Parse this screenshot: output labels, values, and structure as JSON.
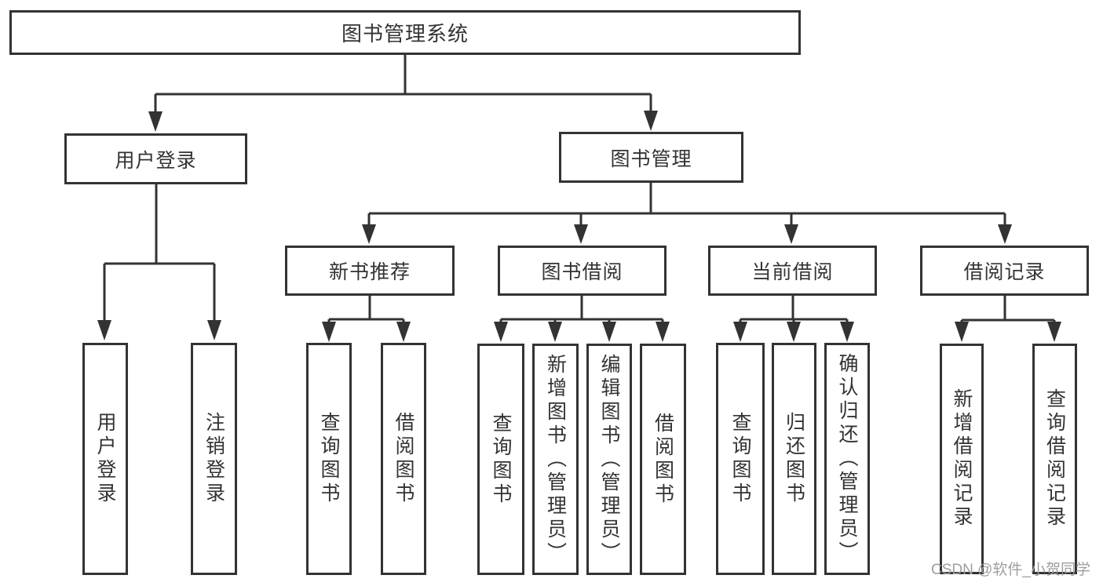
{
  "diagram_type": "hierarchy-tree",
  "colors": {
    "line": "#333333",
    "border": "#333333",
    "text": "#333333",
    "background": "#ffffff",
    "watermark": "#9e9e9e"
  },
  "tree": {
    "label": "图书管理系统",
    "children": [
      {
        "label": "用户登录",
        "children": [
          {
            "label": "用户登录"
          },
          {
            "label": "注销登录"
          }
        ]
      },
      {
        "label": "图书管理",
        "children": [
          {
            "label": "新书推荐",
            "children": [
              {
                "label": "查询图书"
              },
              {
                "label": "借阅图书"
              }
            ]
          },
          {
            "label": "图书借阅",
            "children": [
              {
                "label": "查询图书"
              },
              {
                "label": "新增图书（管理员）"
              },
              {
                "label": "编辑图书（管理员）"
              },
              {
                "label": "借阅图书"
              }
            ]
          },
          {
            "label": "当前借阅",
            "children": [
              {
                "label": "查询图书"
              },
              {
                "label": "归还图书"
              },
              {
                "label": "确认归还（管理员）"
              }
            ]
          },
          {
            "label": "借阅记录",
            "children": [
              {
                "label": "新增借阅记录"
              },
              {
                "label": "查询借阅记录"
              }
            ]
          }
        ]
      }
    ]
  },
  "watermark": "CSDN @软件_小贺同学"
}
